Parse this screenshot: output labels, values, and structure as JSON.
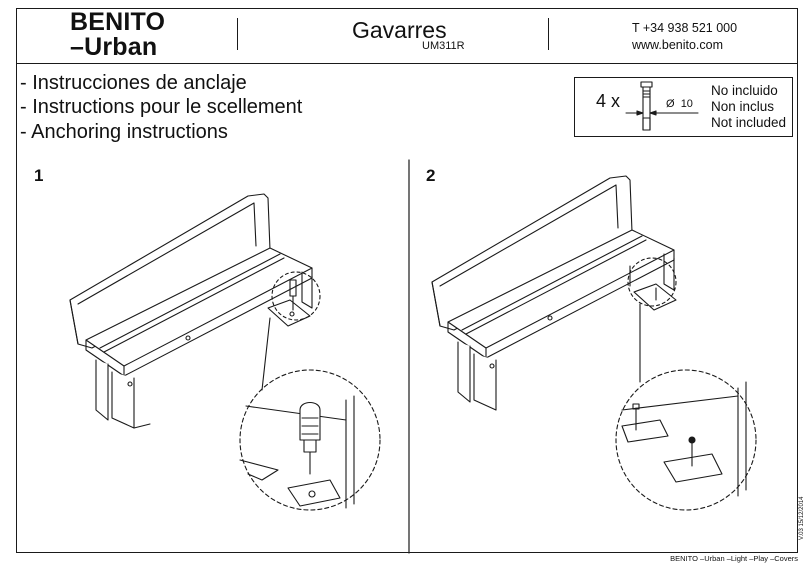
{
  "header": {
    "brand_line1": "BENITO",
    "brand_line2": "–Urban",
    "product_name": "Gavarres",
    "product_code": "UM311R",
    "phone": "T +34 938 521 000",
    "website": "www.benito.com"
  },
  "instructions": [
    "- Instrucciones de anclaje",
    "- Instructions pour le scellement",
    "- Anchoring instructions"
  ],
  "hardware": {
    "quantity": "4 x",
    "diameter_symbol": "Ø",
    "diameter": "10",
    "notes": [
      "No incluido",
      "Non inclus",
      "Not included"
    ]
  },
  "steps": [
    "1",
    "2"
  ],
  "footer": {
    "brands": "BENITO –Urban –Light –Play –Covers",
    "version": "V.03 15/12/2014"
  }
}
